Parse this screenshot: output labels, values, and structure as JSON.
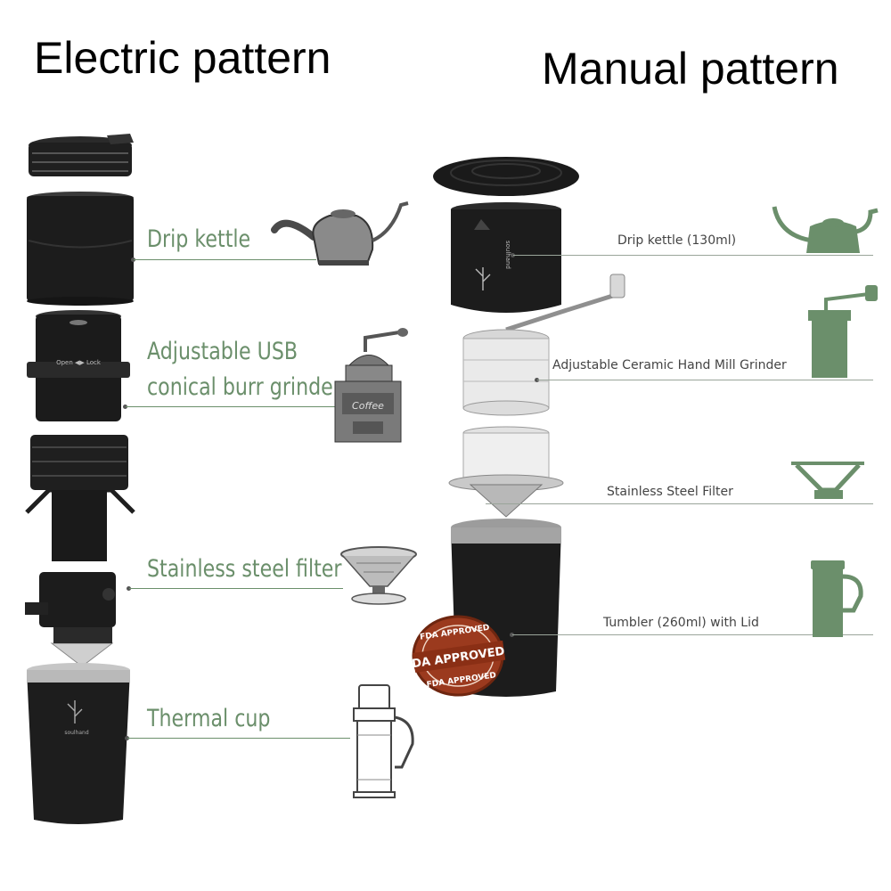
{
  "titles": {
    "electric": "Electric pattern",
    "manual": "Manual pattern"
  },
  "electric": {
    "labels": {
      "kettle": "Drip kettle",
      "grinder_line1": "Adjustable USB",
      "grinder_line2": "conical burr grinder",
      "filter": "Stainless steel filter",
      "cup": "Thermal cup"
    },
    "product_marks": {
      "grinder_switch": "Open ◀▶ Lock",
      "cup_brand": "soulhand",
      "grinder_icon_word": "Coffee"
    }
  },
  "manual": {
    "labels": {
      "kettle": "Drip kettle (130ml)",
      "grinder": "Adjustable Ceramic Hand Mill Grinder",
      "filter": "Stainless Steel Filter",
      "tumbler": "Tumbler (260ml) with Lid"
    },
    "product_marks": {
      "brand": "soulhand"
    }
  },
  "badge": {
    "top": "FDA APPROVED",
    "middle": "DA APPROVED",
    "bottom": "FDA APPROVED"
  },
  "colors": {
    "label_green": "#6b8f6b",
    "icon_green": "#6b8f6b",
    "product_black": "#1c1c1c",
    "badge_red": "#9b3a1e"
  }
}
